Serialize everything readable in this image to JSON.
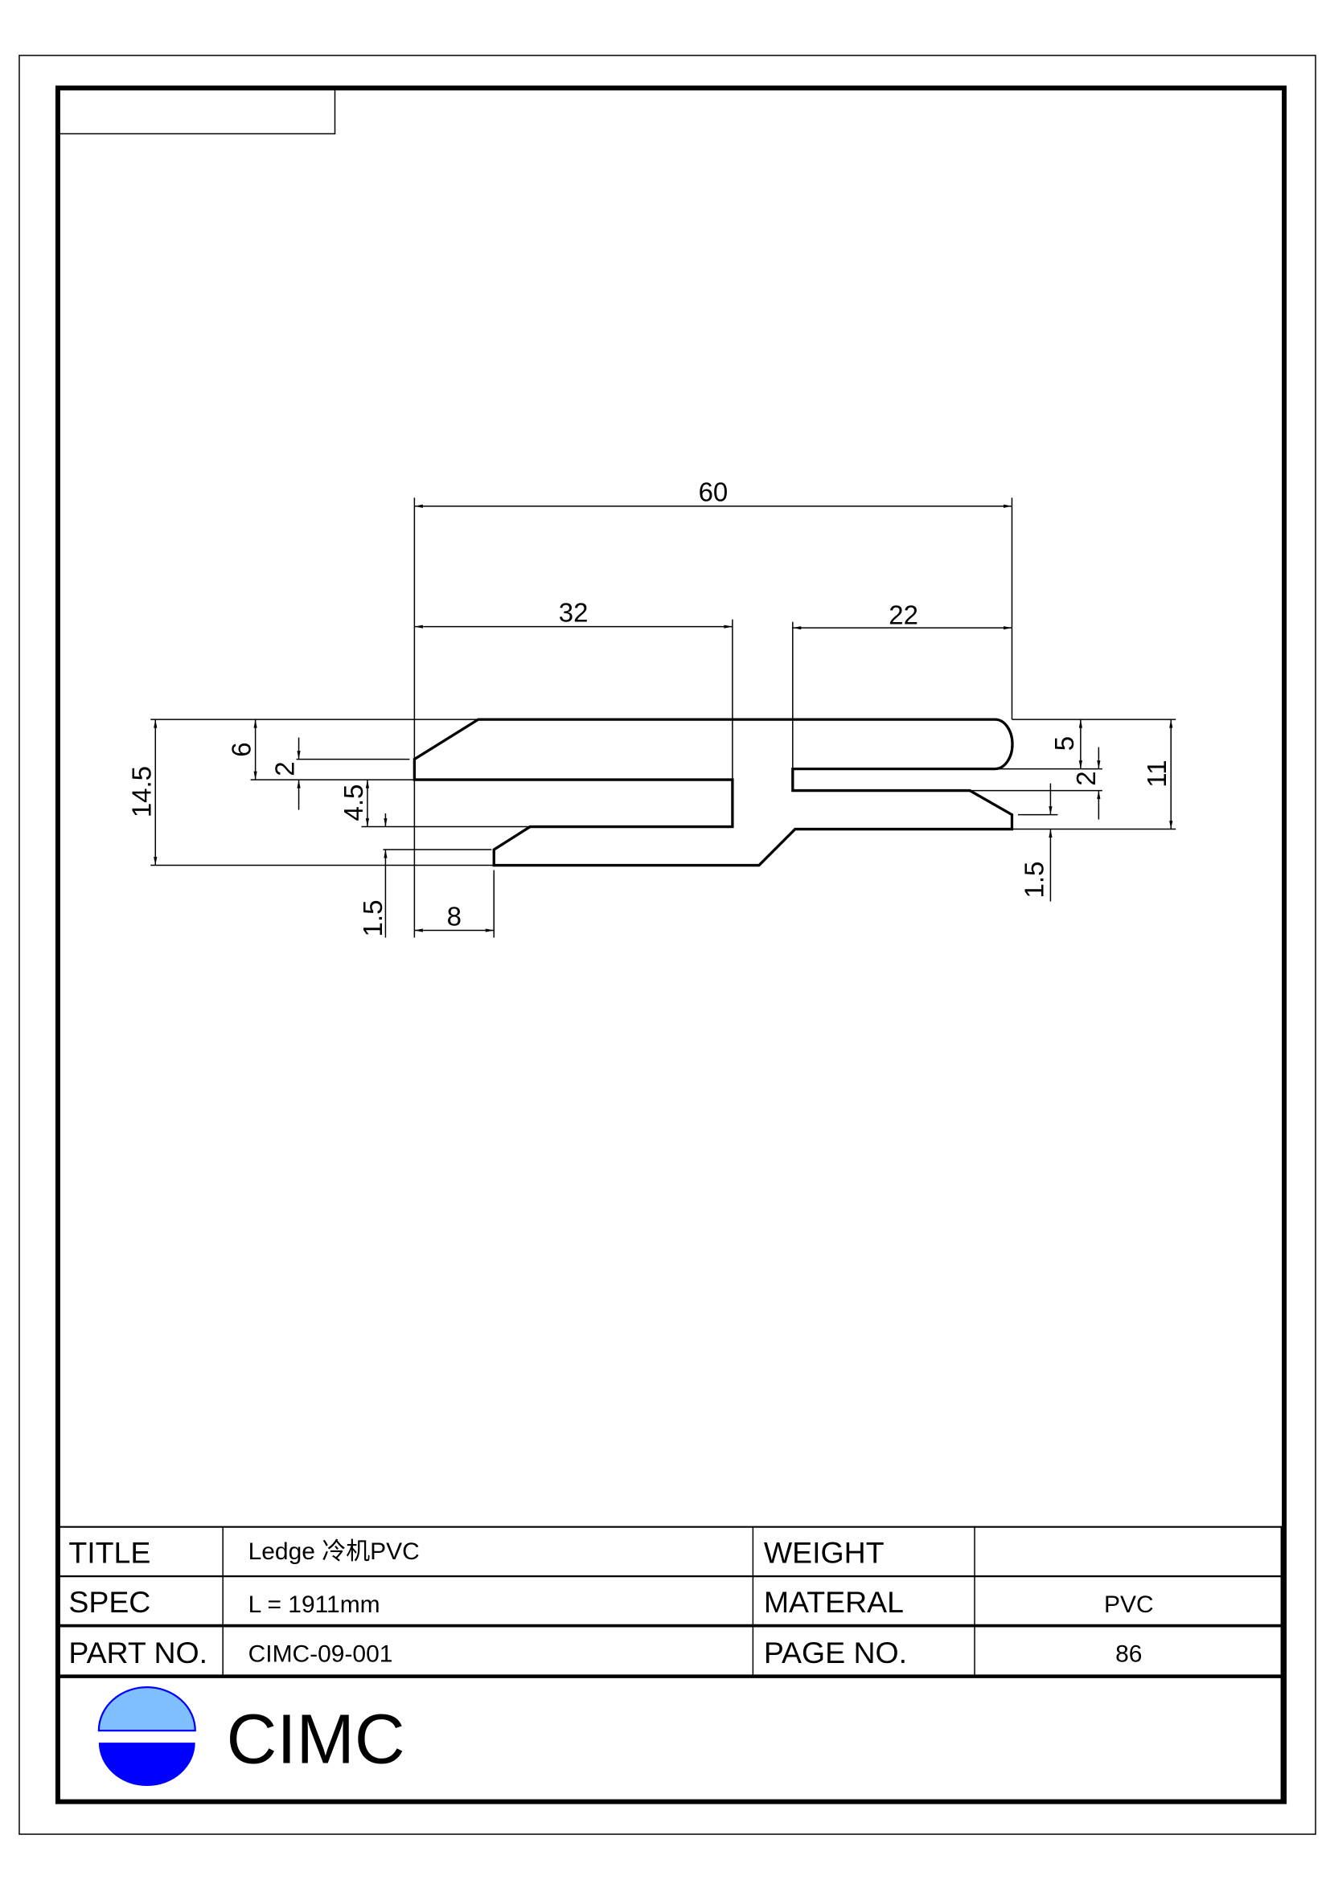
{
  "drawing": {
    "dimensions": {
      "overall_width": "60",
      "left_slot_depth": "32",
      "right_slot_depth": "22",
      "overall_height": "14.5",
      "left_upper_arm": "6",
      "left_chamfer": "2",
      "left_slot_gap": "4.5",
      "left_lower_step": "1.5",
      "left_lower_offset": "8",
      "right_upper_arm": "5",
      "right_slot_gap": "2",
      "right_height": "11",
      "right_lower_step": "1.5"
    }
  },
  "title_block": {
    "title_label": "TITLE",
    "title_value": "Ledge 冷机PVC",
    "spec_label": "SPEC",
    "spec_value": "L = 1911mm",
    "part_no_label": "PART NO.",
    "part_no_value": "CIMC-09-001",
    "weight_label": "WEIGHT",
    "weight_value": "",
    "material_label": "MATERAL",
    "material_value": "PVC",
    "page_no_label": "PAGE  NO.",
    "page_no_value": "86"
  },
  "logo": {
    "text": "CIMC",
    "colors": {
      "top": "#80bfff",
      "bottom": "#0000ff"
    }
  }
}
